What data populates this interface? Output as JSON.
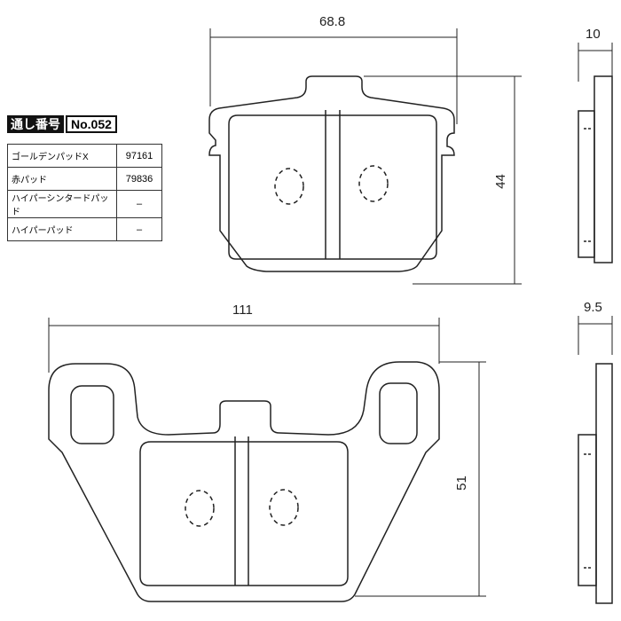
{
  "serial": {
    "label": "通し番号",
    "value": "No.052"
  },
  "table": [
    {
      "name": "ゴールデンパッドX",
      "value": "97161"
    },
    {
      "name": "赤パッド",
      "value": "79836"
    },
    {
      "name": "ハイパーシンタードパッド",
      "value": "–"
    },
    {
      "name": "ハイパーパッド",
      "value": "–"
    }
  ],
  "dimensions": {
    "top_width": "68.8",
    "top_height": "44",
    "top_thickness": "10",
    "bottom_width": "111",
    "bottom_height": "51",
    "bottom_thickness": "9.5"
  }
}
